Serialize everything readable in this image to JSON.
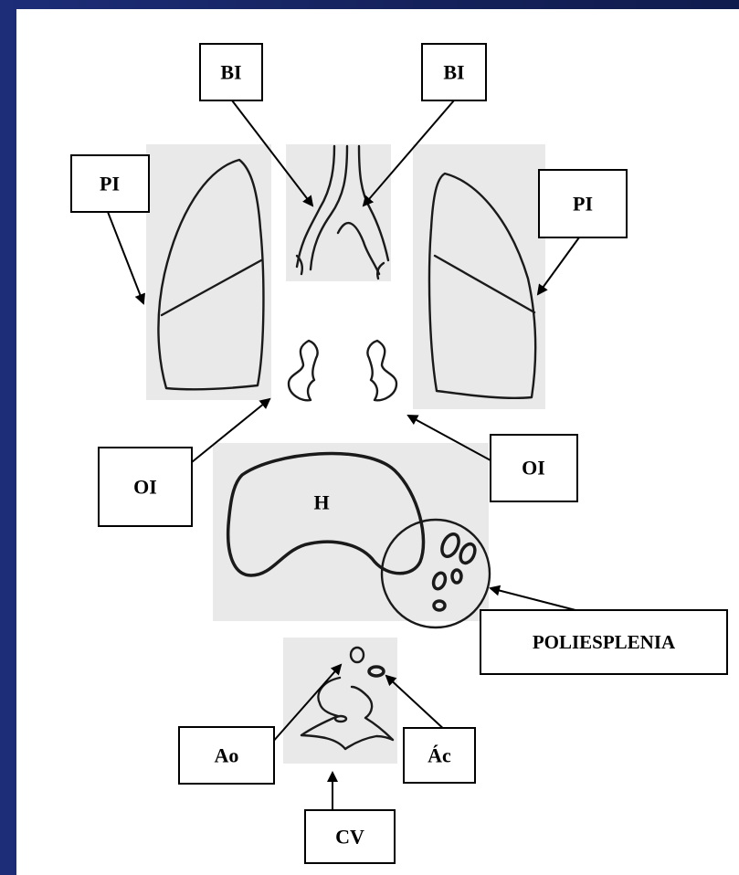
{
  "labels": {
    "bronchus_left": "BI",
    "bronchus_right": "BI",
    "lung_left": "PI",
    "lung_right": "PI",
    "atrium_left": "OI",
    "atrium_right": "OI",
    "liver": "H",
    "polysplenia": "POLIESPLENIA",
    "aorta": "Ao",
    "azygos": "Ác",
    "vertebra": "CV"
  },
  "colors": {
    "slide_background": "#16245f",
    "panel": "#ffffff",
    "drawing_backdrop": "#e9e9e9",
    "ink": "#1a1a1a"
  }
}
